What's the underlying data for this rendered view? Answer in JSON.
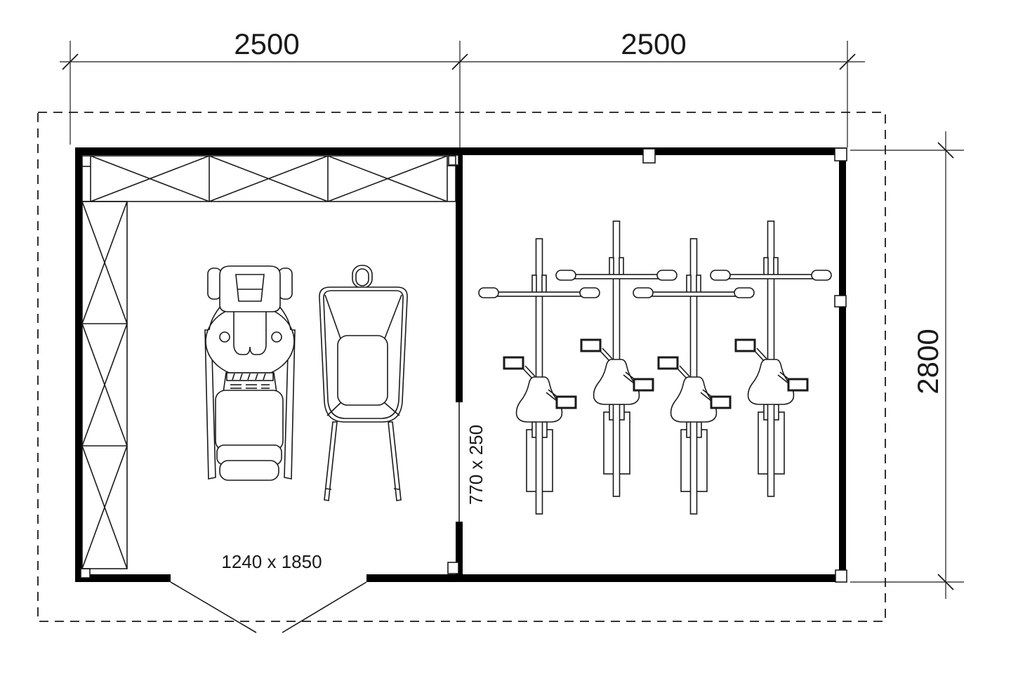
{
  "labels": {
    "dim_top_left": "2500",
    "dim_top_right": "2500",
    "dim_right": "2800",
    "opening_size": "770 x 250",
    "door_size": "1240 x 1850"
  },
  "objects": {
    "left_room_items": [
      "lawn-mower",
      "wheelbarrow"
    ],
    "right_room_item": "bicycle",
    "right_room_bike_count": 4
  },
  "colors": {
    "line": "#1a1a1a",
    "wall": "#000000",
    "background": "#ffffff"
  }
}
